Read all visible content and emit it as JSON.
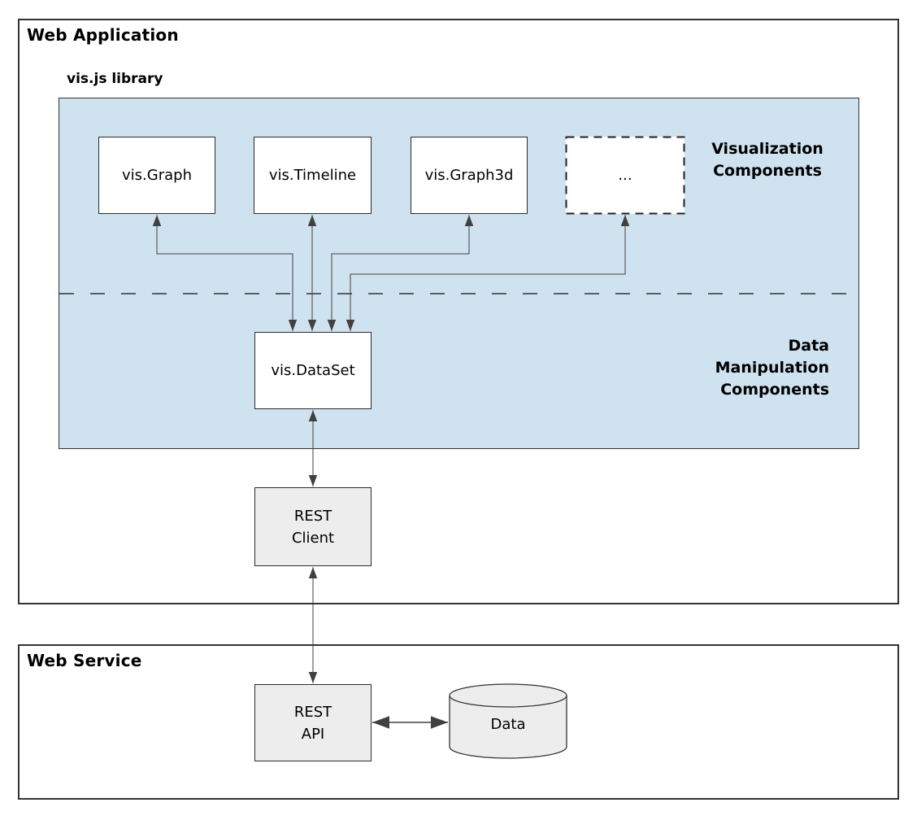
{
  "web_application": {
    "title": "Web Application"
  },
  "web_service": {
    "title": "Web Service"
  },
  "vis_library": {
    "label": "vis.js library",
    "visualization_section_label": "Visualization\nComponents",
    "data_section_label": "Data\nManipulation\nComponents",
    "components": [
      {
        "label": "vis.Graph"
      },
      {
        "label": "vis.Timeline"
      },
      {
        "label": "vis.Graph3d"
      },
      {
        "label": "..."
      }
    ],
    "dataset": {
      "label": "vis.DataSet"
    }
  },
  "rest_client": {
    "label": "REST\nClient"
  },
  "rest_api": {
    "label": "REST\nAPI"
  },
  "data_store": {
    "label": "Data"
  },
  "colors": {
    "library_fill": "#cfe2f0",
    "node_gray_fill": "#ededed",
    "line": "#404040",
    "border": "#333333"
  }
}
